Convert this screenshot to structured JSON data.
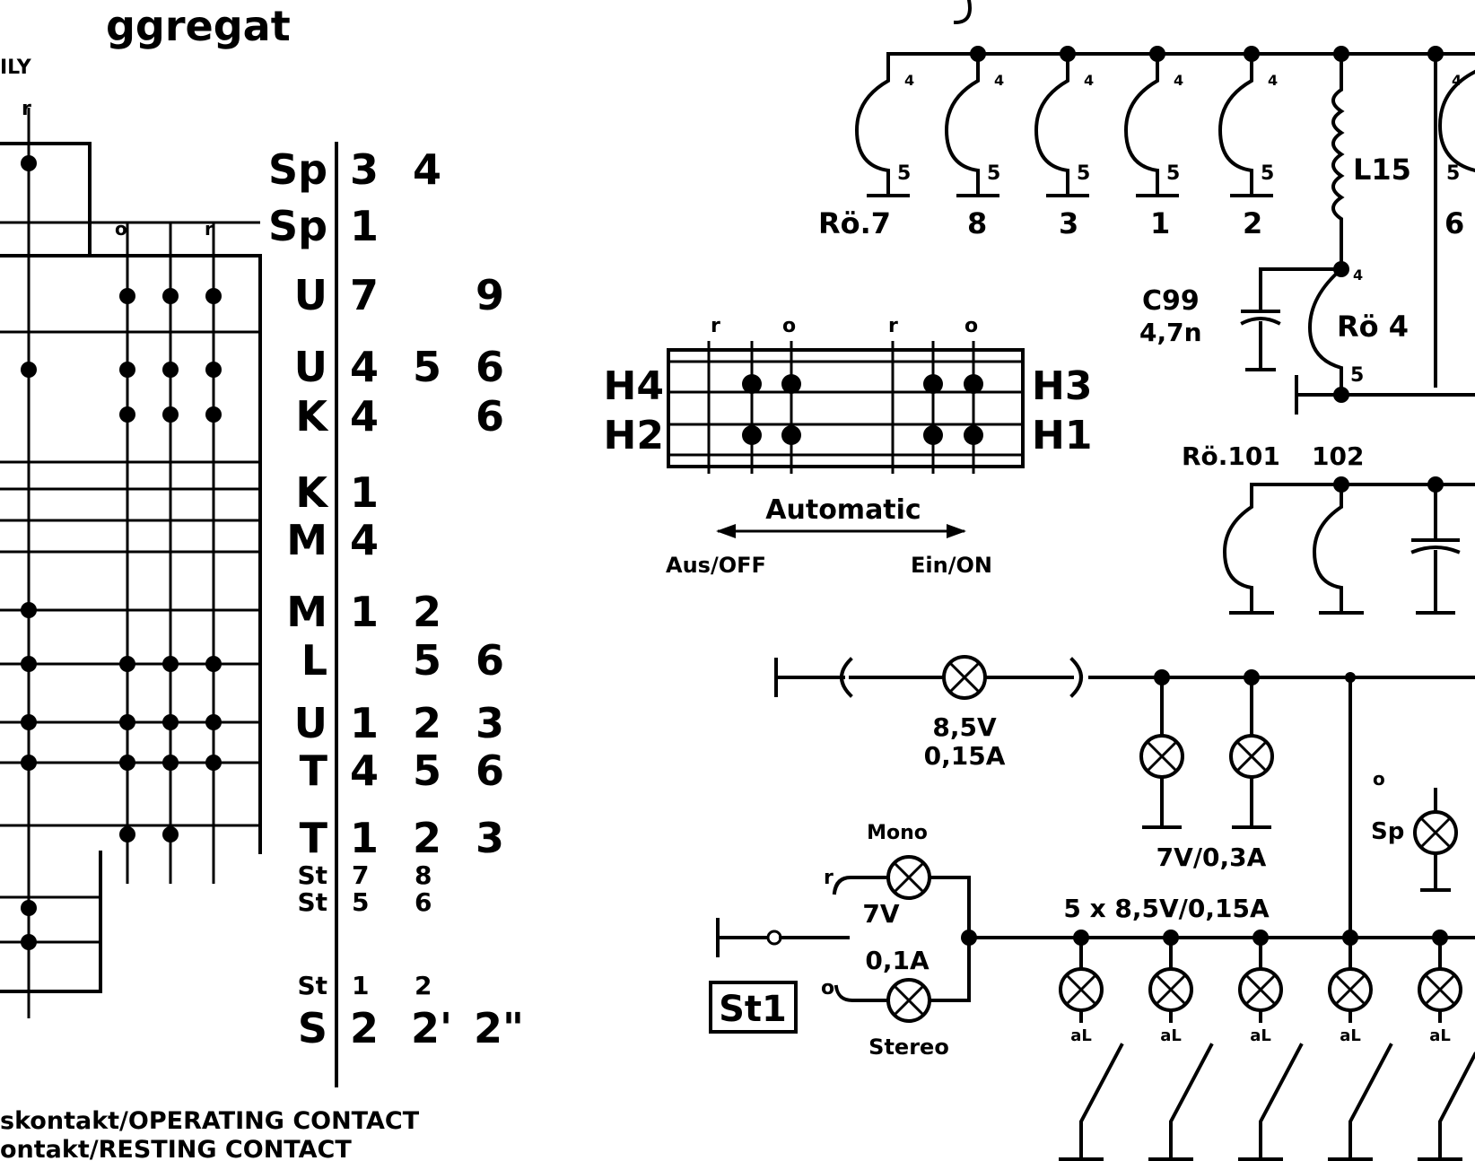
{
  "header": {
    "title_fragment": "ggregat",
    "subtitle_fragment": "ILY",
    "contact_mark": "r"
  },
  "switch_matrix": {
    "column_marks": [
      "o",
      "r"
    ],
    "rows": [
      {
        "label": "Sp",
        "cells": [
          "3",
          "4",
          ""
        ]
      },
      {
        "label": "Sp",
        "cells": [
          "1",
          "",
          ""
        ]
      },
      {
        "label": "U",
        "cells": [
          "7",
          "",
          "9"
        ]
      },
      {
        "label": "U",
        "cells": [
          "4",
          "5",
          "6"
        ]
      },
      {
        "label": "K",
        "cells": [
          "4",
          "",
          "6"
        ]
      },
      {
        "label": "K",
        "cells": [
          "1",
          "",
          ""
        ]
      },
      {
        "label": "M",
        "cells": [
          "4",
          "",
          ""
        ]
      },
      {
        "label": "M",
        "cells": [
          "1",
          "2",
          ""
        ]
      },
      {
        "label": "L",
        "cells": [
          "",
          "5",
          "6"
        ]
      },
      {
        "label": "U",
        "cells": [
          "1",
          "2",
          "3"
        ]
      },
      {
        "label": "T",
        "cells": [
          "4",
          "5",
          "6"
        ]
      },
      {
        "label": "T",
        "cells": [
          "1",
          "2",
          "3"
        ]
      },
      {
        "label": "St",
        "cells": [
          "7",
          "8",
          ""
        ]
      },
      {
        "label": "St",
        "cells": [
          "5",
          "6",
          ""
        ]
      },
      {
        "label": "St",
        "cells": [
          "1",
          "2",
          ""
        ]
      },
      {
        "label": "S",
        "cells": [
          "2",
          "2'",
          "2\""
        ]
      }
    ],
    "footnote_1": "skontakt/OPERATING CONTACT",
    "footnote_2": "ontakt/RESTING CONTACT"
  },
  "automatic_switch": {
    "title": "Automatic",
    "off_label": "Aus/OFF",
    "on_label": "Ein/ON",
    "left_labels": [
      "H4",
      "H2"
    ],
    "right_labels": [
      "H3",
      "H1"
    ],
    "top_marks": [
      "r",
      "o",
      "r",
      "o"
    ]
  },
  "tubes": {
    "heater_labels": [
      "Rö.7",
      "8",
      "3",
      "1",
      "2"
    ],
    "pin_top": "4",
    "pin_bottom": "5",
    "coil_label": "L15",
    "cap_label": "C99",
    "cap_value": "4,7n",
    "tube4_label": "Rö 4",
    "tube6_label": "6",
    "lower_labels": [
      "Rö.101",
      "102"
    ]
  },
  "lamps": {
    "top_lamp_rating_1": "8,5V",
    "top_lamp_rating_2": "0,15A",
    "pair_rating": "7V/0,3A",
    "row_rating": "5 x 8,5V/0,15A",
    "mono_label": "Mono",
    "stereo_label": "Stereo",
    "indicator_v": "7V",
    "indicator_a": "0,1A",
    "st_box_label": "St1",
    "sp_label": "Sp",
    "contact_r": "r",
    "contact_o": "o",
    "lamp_contact_label": "aL"
  }
}
